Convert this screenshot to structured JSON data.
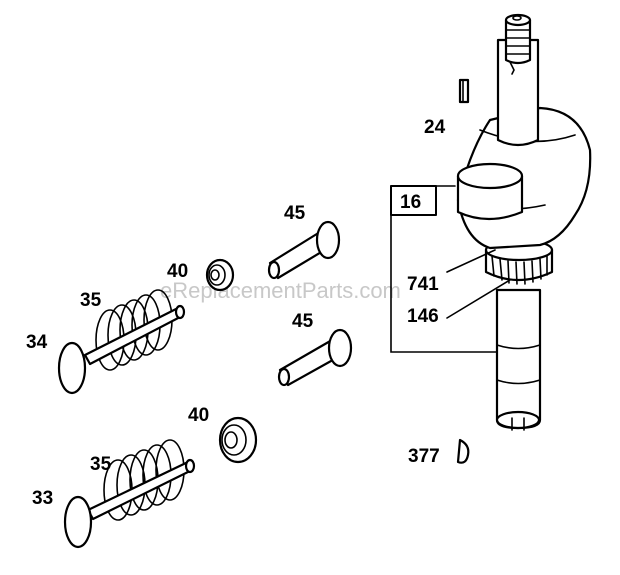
{
  "watermark": "eReplacementParts.com",
  "labels": {
    "p24": "24",
    "p16": "16",
    "p741": "741",
    "p146": "146",
    "p377": "377",
    "p45a": "45",
    "p45b": "45",
    "p40a": "40",
    "p40b": "40",
    "p35a": "35",
    "p35b": "35",
    "p34": "34",
    "p33": "33"
  }
}
